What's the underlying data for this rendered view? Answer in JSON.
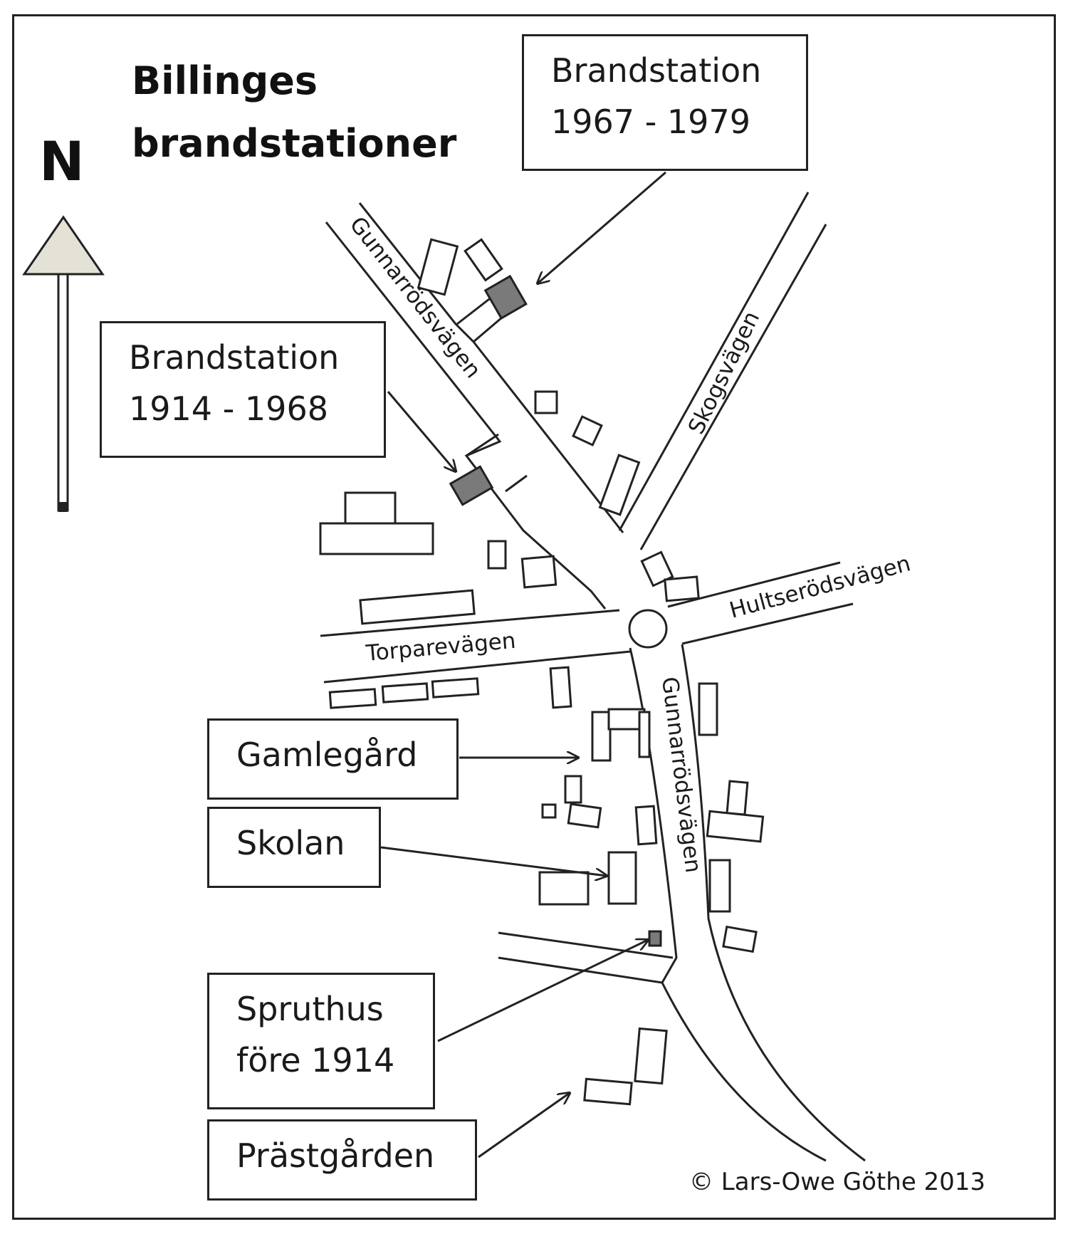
{
  "title": {
    "line1": "Billinges",
    "line2": "brandstationer"
  },
  "north_label": "N",
  "labels": {
    "station_1967": {
      "line1": "Brandstation",
      "line2": "1967 - 1979"
    },
    "station_1914": {
      "line1": "Brandstation",
      "line2": "1914 - 1968"
    },
    "gamlegard": "Gamlegård",
    "skolan": "Skolan",
    "spruthus": {
      "line1": "Spruthus",
      "line2": "före 1914"
    },
    "prastgarden": "Prästgården"
  },
  "roads": {
    "gunnarrod_north": "Gunnarrödsvägen",
    "skogsvagen": "Skogsvägen",
    "hultserodsvagen": "Hultserödsvägen",
    "torparevagen": "Torparevägen",
    "gunnarrod_south": "Gunnarrödsvägen"
  },
  "copyright": "© Lars-Owe Göthe 2013",
  "colors": {
    "ink": "#222222",
    "station_fill": "#7a7a7a",
    "north_arrow_fill": "#e4e2d6",
    "paper": "#ffffff"
  }
}
